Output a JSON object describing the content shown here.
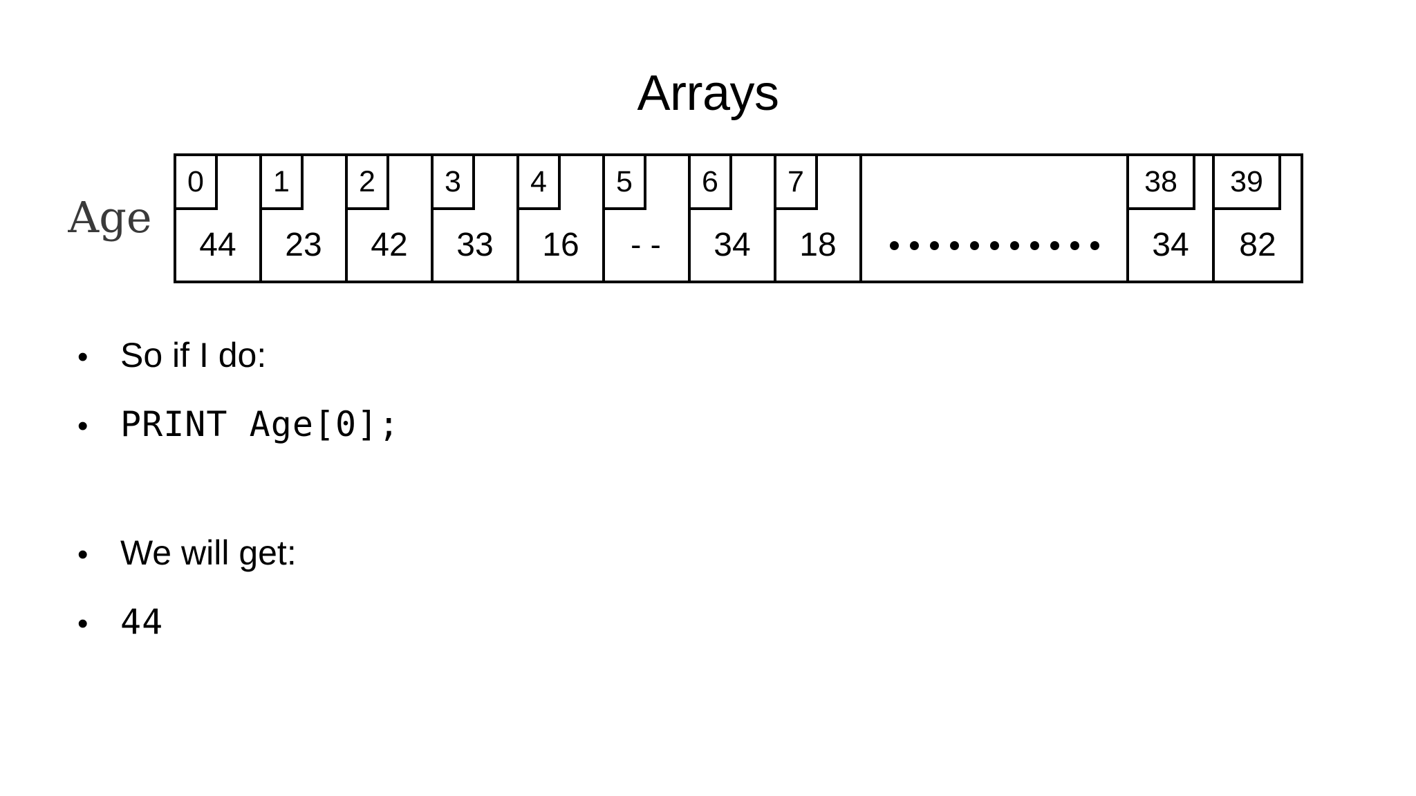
{
  "slide": {
    "title": "Arrays",
    "background_color": "#ffffff",
    "text_color": "#000000"
  },
  "array_diagram": {
    "label": "Age",
    "label_color": "#3a3a3a",
    "border_color": "#000000",
    "ellipsis_dot_count": 11,
    "cells": [
      {
        "index": "0",
        "value": "44"
      },
      {
        "index": "1",
        "value": "23"
      },
      {
        "index": "2",
        "value": "42"
      },
      {
        "index": "3",
        "value": "33"
      },
      {
        "index": "4",
        "value": "16"
      },
      {
        "index": "5",
        "value": "--"
      },
      {
        "index": "6",
        "value": "34"
      },
      {
        "index": "7",
        "value": "18"
      },
      {
        "index": "38",
        "value": "34"
      },
      {
        "index": "39",
        "value": "82"
      }
    ]
  },
  "bullets": [
    {
      "marker": "•",
      "text": "So if I do:",
      "mono": false
    },
    {
      "marker": "•",
      "text": "PRINT Age[0];",
      "mono": true
    },
    {
      "marker": "•",
      "text": "We will get:",
      "mono": false
    },
    {
      "marker": "•",
      "text": "44",
      "mono": true
    }
  ]
}
